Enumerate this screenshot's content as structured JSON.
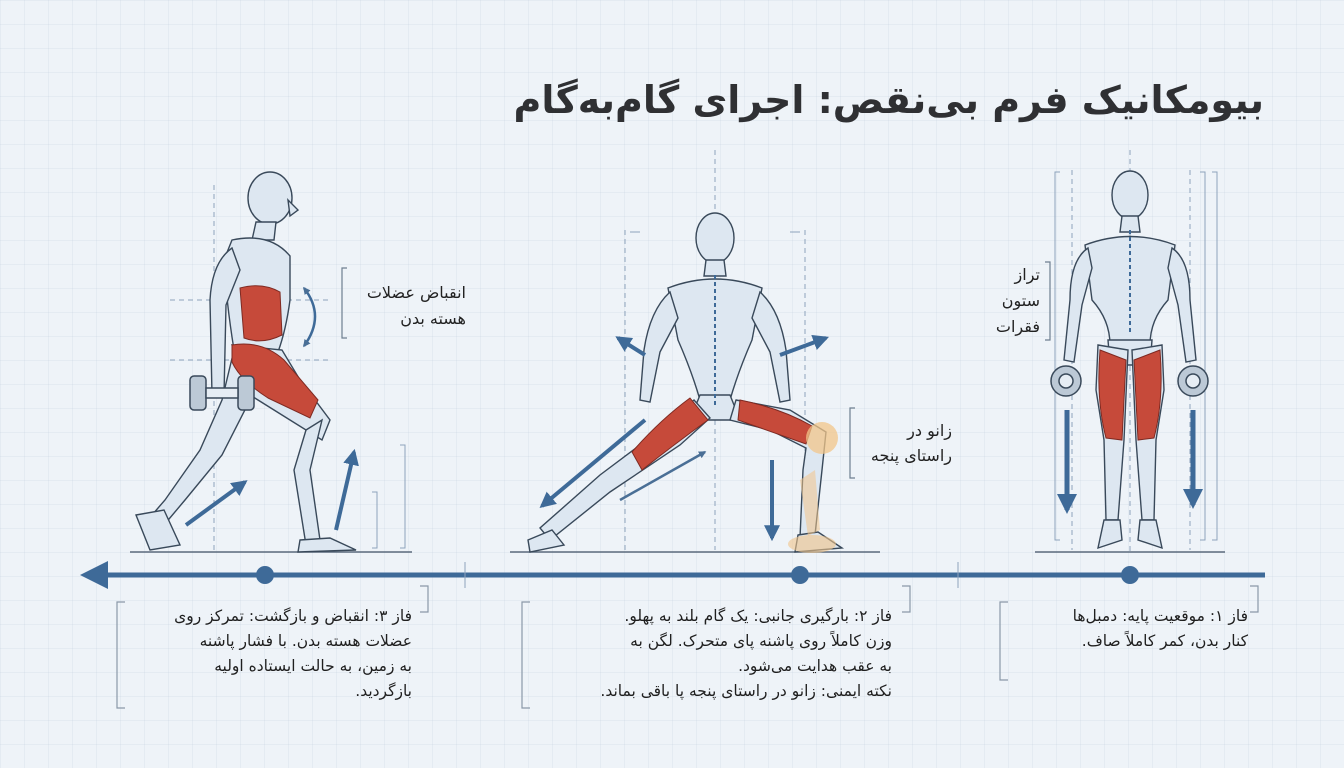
{
  "title": "بیومکانیک فرم بی‌نقص: اجرای گام‌به‌گام",
  "annotations": {
    "spine": [
      "تراز",
      "ستون",
      "فقرات"
    ],
    "knee": [
      "زانو در",
      "راستای پنجه"
    ],
    "core": [
      "انقباض عضلات",
      "هسته بدن"
    ]
  },
  "phases": [
    {
      "lines": [
        "فاز ۱: موقعیت پایه: دمبل‌ها",
        "کنار بدن، کمر کاملاً صاف."
      ]
    },
    {
      "lines": [
        "فاز ۲: بارگیری جانبی: یک گام بلند به پهلو.",
        "وزن کاملاً روی پاشنه پای متحرک. لگن به",
        "به عقب هدایت می‌شود.",
        "نکته ایمنی: زانو در راستای پنجه پا باقی بماند."
      ]
    },
    {
      "lines": [
        "فاز ۳: انقباض و بازگشت: تمرکز روی",
        "عضلات هسته بدن. با فشار پاشنه",
        "به زمین، به حالت ایستاده اولیه",
        "بازگردید."
      ]
    }
  ],
  "colors": {
    "arrow": "#3e6a98",
    "outline": "#39495a",
    "muscle": "#c64a3a",
    "skin": "#dde7f1",
    "highlight": "#f2c58a"
  }
}
